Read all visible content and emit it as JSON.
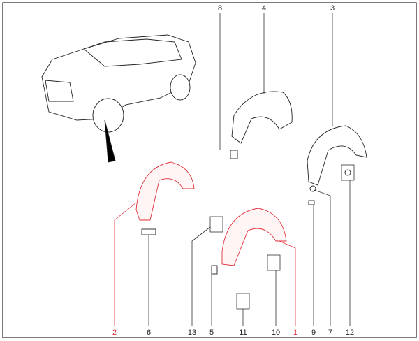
{
  "diagram": {
    "highlight_color": "#e0303a",
    "callouts": [
      {
        "id": "8",
        "label": "8",
        "highlighted": false
      },
      {
        "id": "4",
        "label": "4",
        "highlighted": false
      },
      {
        "id": "3",
        "label": "3",
        "highlighted": false
      },
      {
        "id": "2",
        "label": "2",
        "highlighted": true
      },
      {
        "id": "6",
        "label": "6",
        "highlighted": false
      },
      {
        "id": "13",
        "label": "13",
        "highlighted": false
      },
      {
        "id": "5",
        "label": "5",
        "highlighted": false
      },
      {
        "id": "11",
        "label": "11",
        "highlighted": false
      },
      {
        "id": "10",
        "label": "10",
        "highlighted": false
      },
      {
        "id": "1",
        "label": "1",
        "highlighted": true
      },
      {
        "id": "9",
        "label": "9",
        "highlighted": false
      },
      {
        "id": "7",
        "label": "7",
        "highlighted": false
      },
      {
        "id": "12",
        "label": "12",
        "highlighted": false
      }
    ]
  }
}
